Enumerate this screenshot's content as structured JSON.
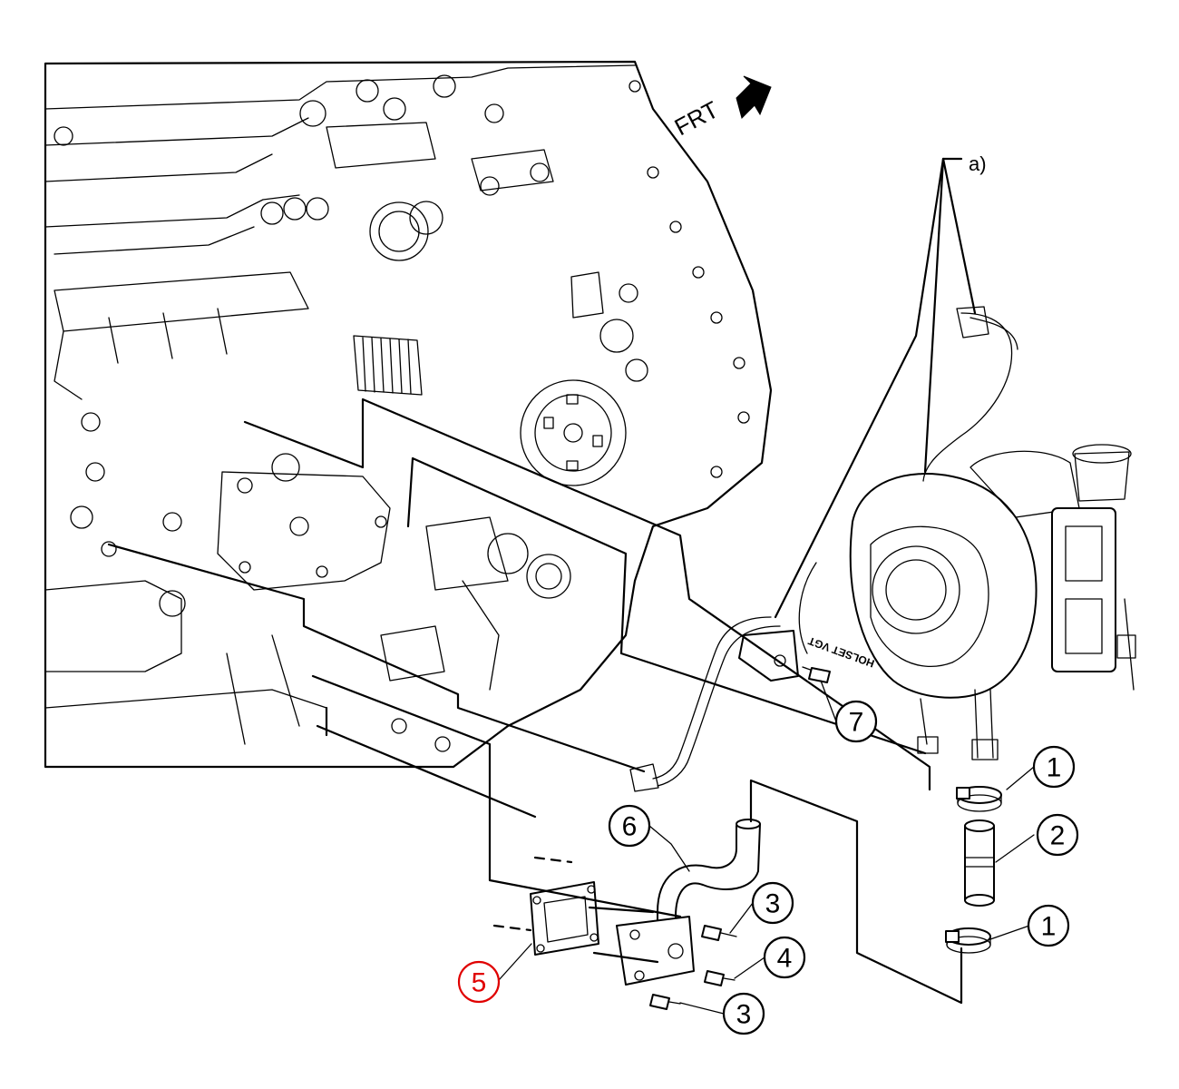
{
  "orientation": {
    "label": "FRT"
  },
  "note_label": "a)",
  "engraving": "HOLSET VGT",
  "callouts": [
    {
      "id": "c1a",
      "number": "1"
    },
    {
      "id": "c2",
      "number": "2"
    },
    {
      "id": "c1b",
      "number": "1"
    },
    {
      "id": "c3a",
      "number": "3"
    },
    {
      "id": "c4",
      "number": "4"
    },
    {
      "id": "c3b",
      "number": "3"
    },
    {
      "id": "c5",
      "number": "5",
      "highlight": true
    },
    {
      "id": "c6",
      "number": "6"
    },
    {
      "id": "c7",
      "number": "7"
    }
  ],
  "colors": {
    "line": "#000000",
    "background": "#ffffff",
    "highlight": "#e00000"
  }
}
